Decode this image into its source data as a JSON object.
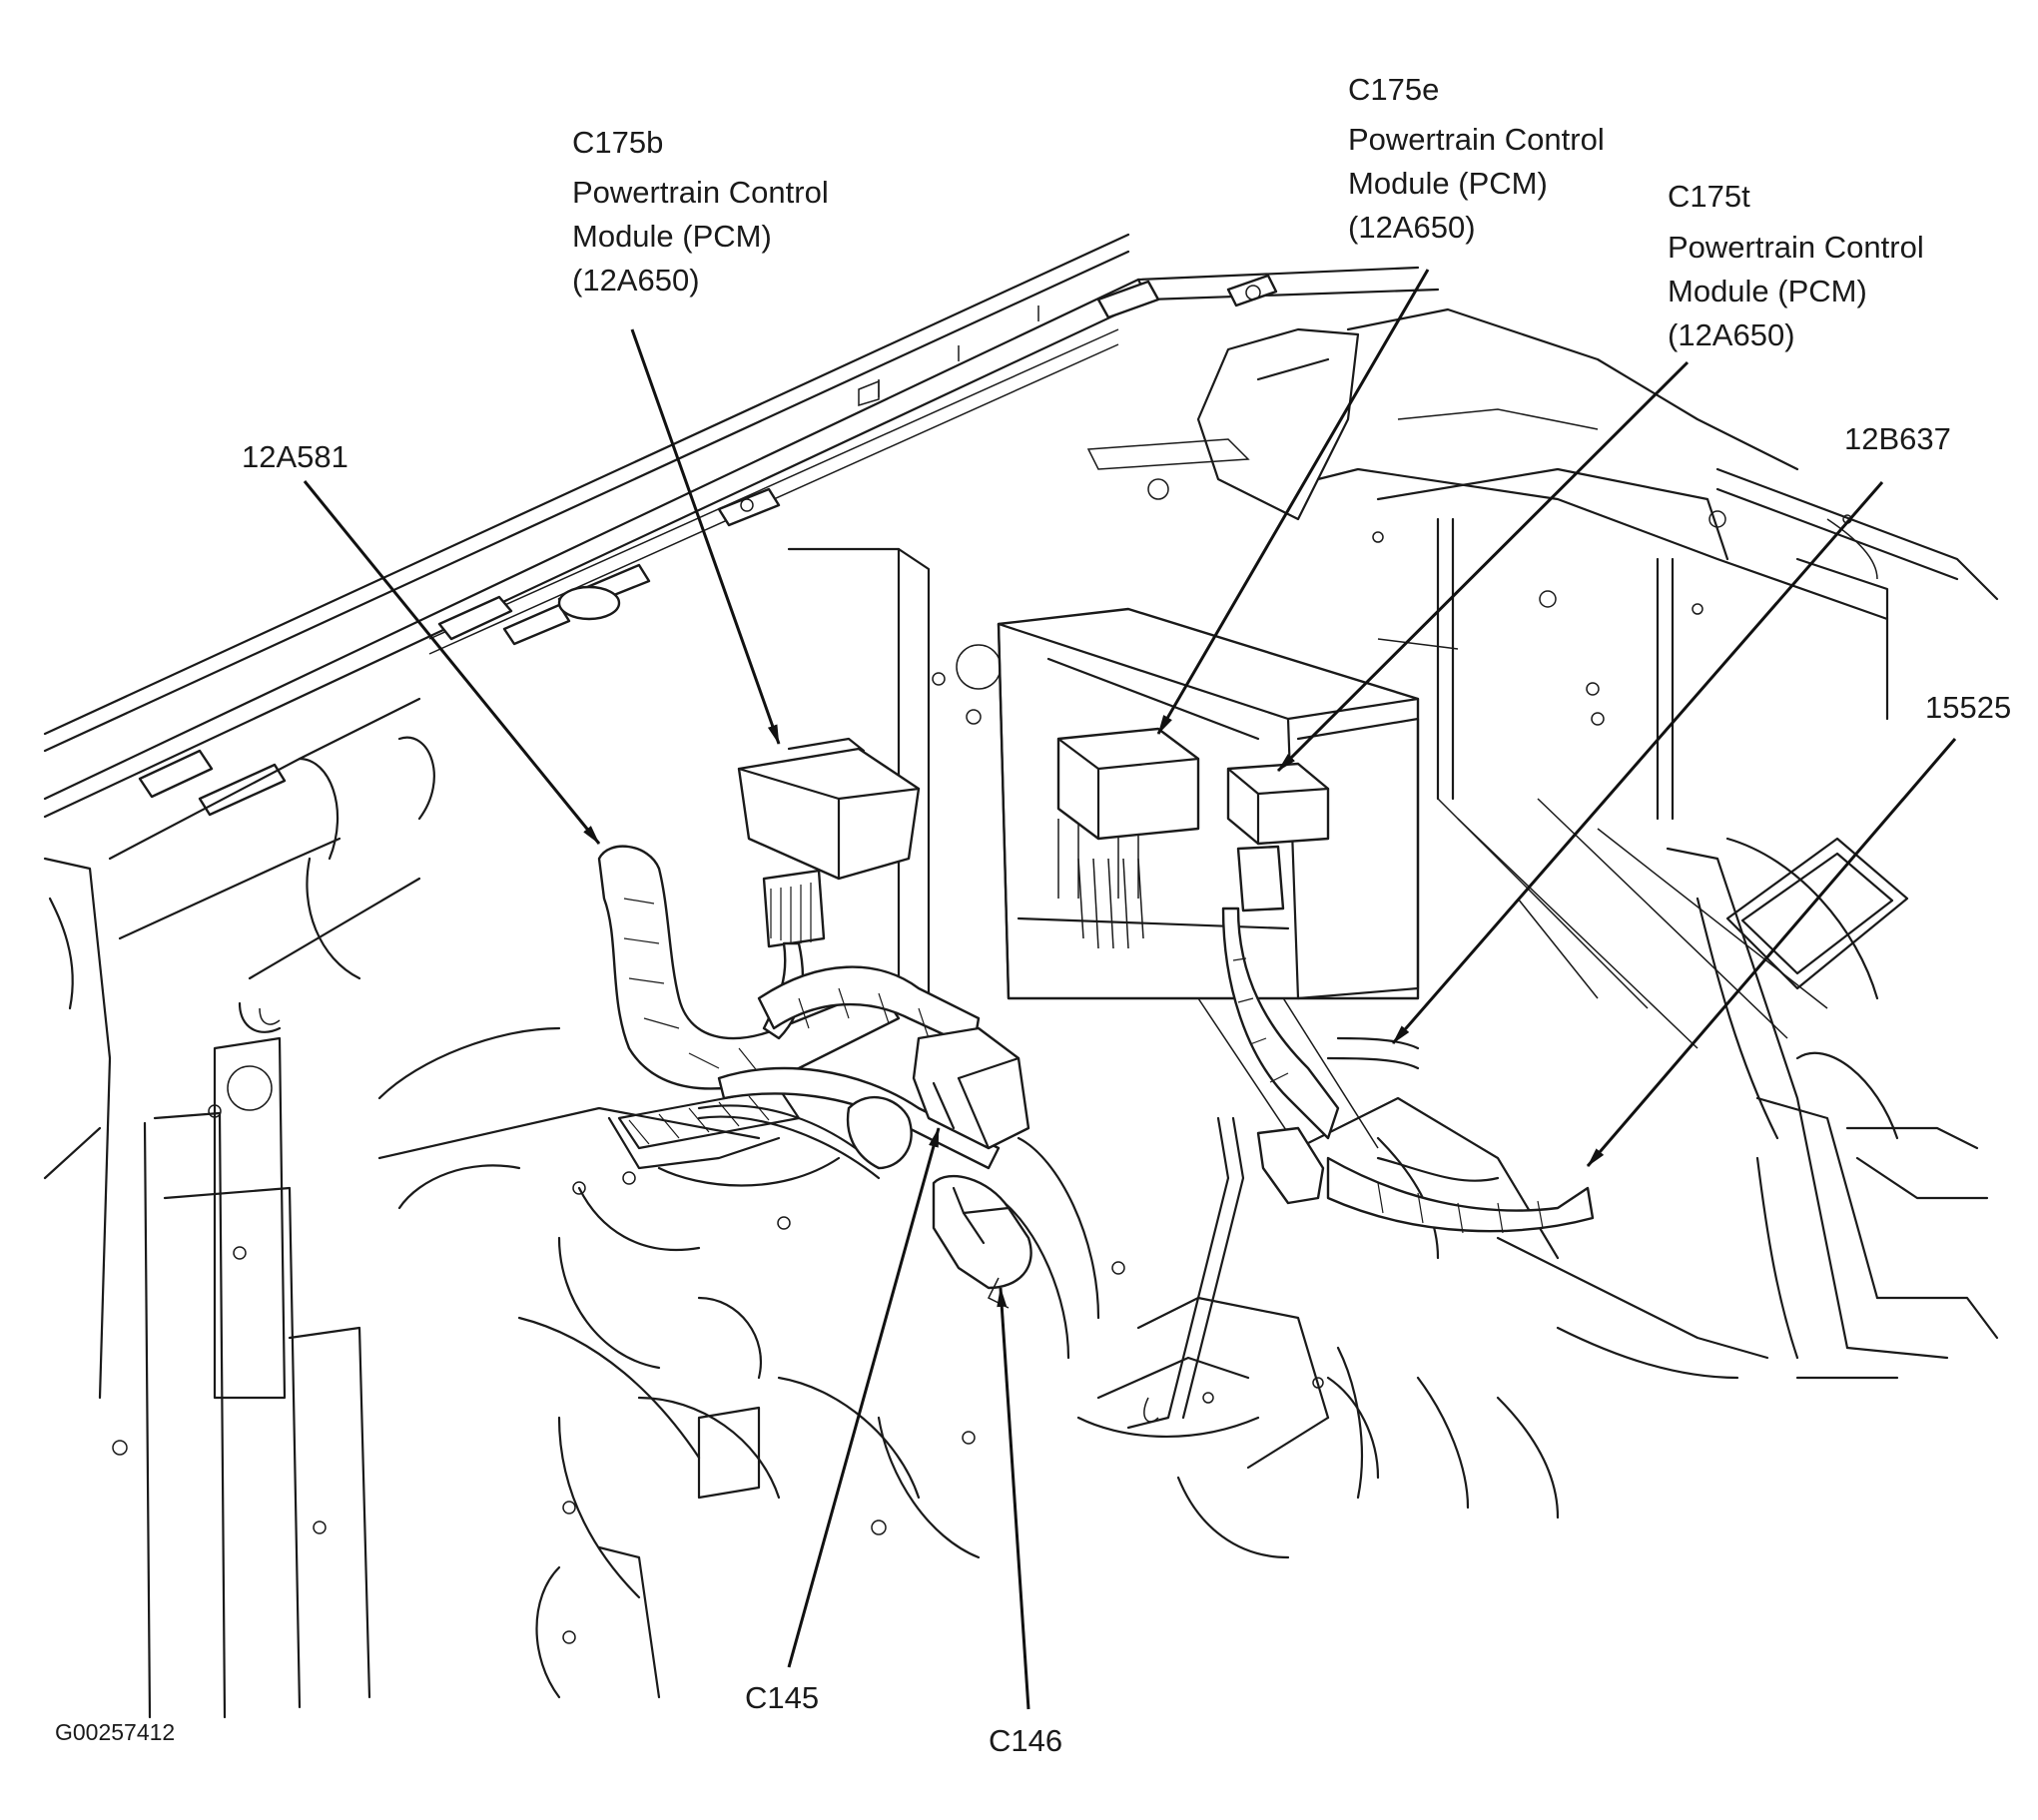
{
  "callouts": {
    "c175b": {
      "id": "C175b",
      "desc": [
        "Powertrain Control",
        "Module (PCM)",
        "(12A650)"
      ]
    },
    "c175e": {
      "id": "C175e",
      "desc": [
        "Powertrain Control",
        "Module (PCM)",
        "(12A650)"
      ]
    },
    "c175t": {
      "id": "C175t",
      "desc": [
        "Powertrain Control",
        "Module (PCM)",
        "(12A650)"
      ]
    },
    "p12a581": "12A581",
    "p12b637": "12B637",
    "p15525": "15525",
    "c145": "C145",
    "c146": "C146"
  },
  "figure_id": "G00257412"
}
